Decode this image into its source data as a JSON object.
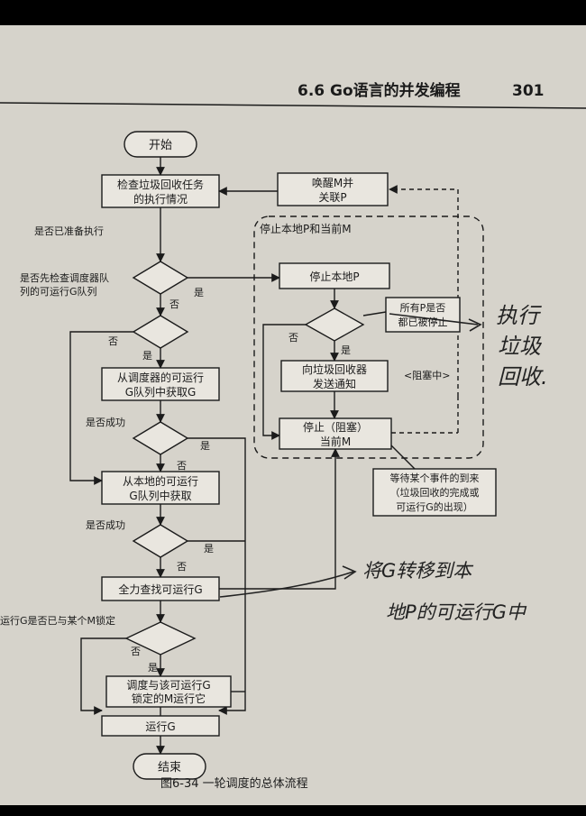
{
  "header": {
    "section": "6.6 Go语言的并发编程",
    "page_number": "301"
  },
  "caption": "图6-34  一轮调度的总体流程",
  "flow": {
    "start": "开始",
    "check_gc": [
      "检查垃圾回收任务",
      "的执行情况"
    ],
    "q_ready_exec": "是否已准备执行",
    "q_check_global": [
      "是否先检查调度器队",
      "列的可运行G队列"
    ],
    "from_global": [
      "从调度器的可运行",
      "G队列中获取G"
    ],
    "q_success1": "是否成功",
    "from_local": [
      "从本地的可运行",
      "G队列中获取"
    ],
    "q_success2": "是否成功",
    "find_runnable": "全力查找可运行G",
    "q_locked": "运行G是否已与某个M锁定",
    "schedule_locked": [
      "调度与该可运行G",
      "锁定的M运行它"
    ],
    "run_g": "运行G",
    "end": "结束",
    "wake_m": [
      "唤醒M并",
      "关联P"
    ],
    "stop_group": "停止本地P和当前M",
    "stop_p": "停止本地P",
    "q_all_p_stopped": [
      "所有P是否",
      "都已被停止"
    ],
    "notify_gc": [
      "向垃圾回收器",
      "发送通知"
    ],
    "blocked": "<阻塞中>",
    "stop_m": [
      "停止（阻塞）",
      "当前M"
    ],
    "wait_event": [
      "等待某个事件的到来",
      "（垃圾回收的完成或",
      "可运行G的出现）"
    ],
    "yes": "是",
    "no": "否"
  },
  "handwriting": {
    "note_gc": [
      "执行",
      "垃圾",
      "回收."
    ],
    "note_transfer": [
      "将G转移到本",
      "地P的可运行G中"
    ]
  }
}
